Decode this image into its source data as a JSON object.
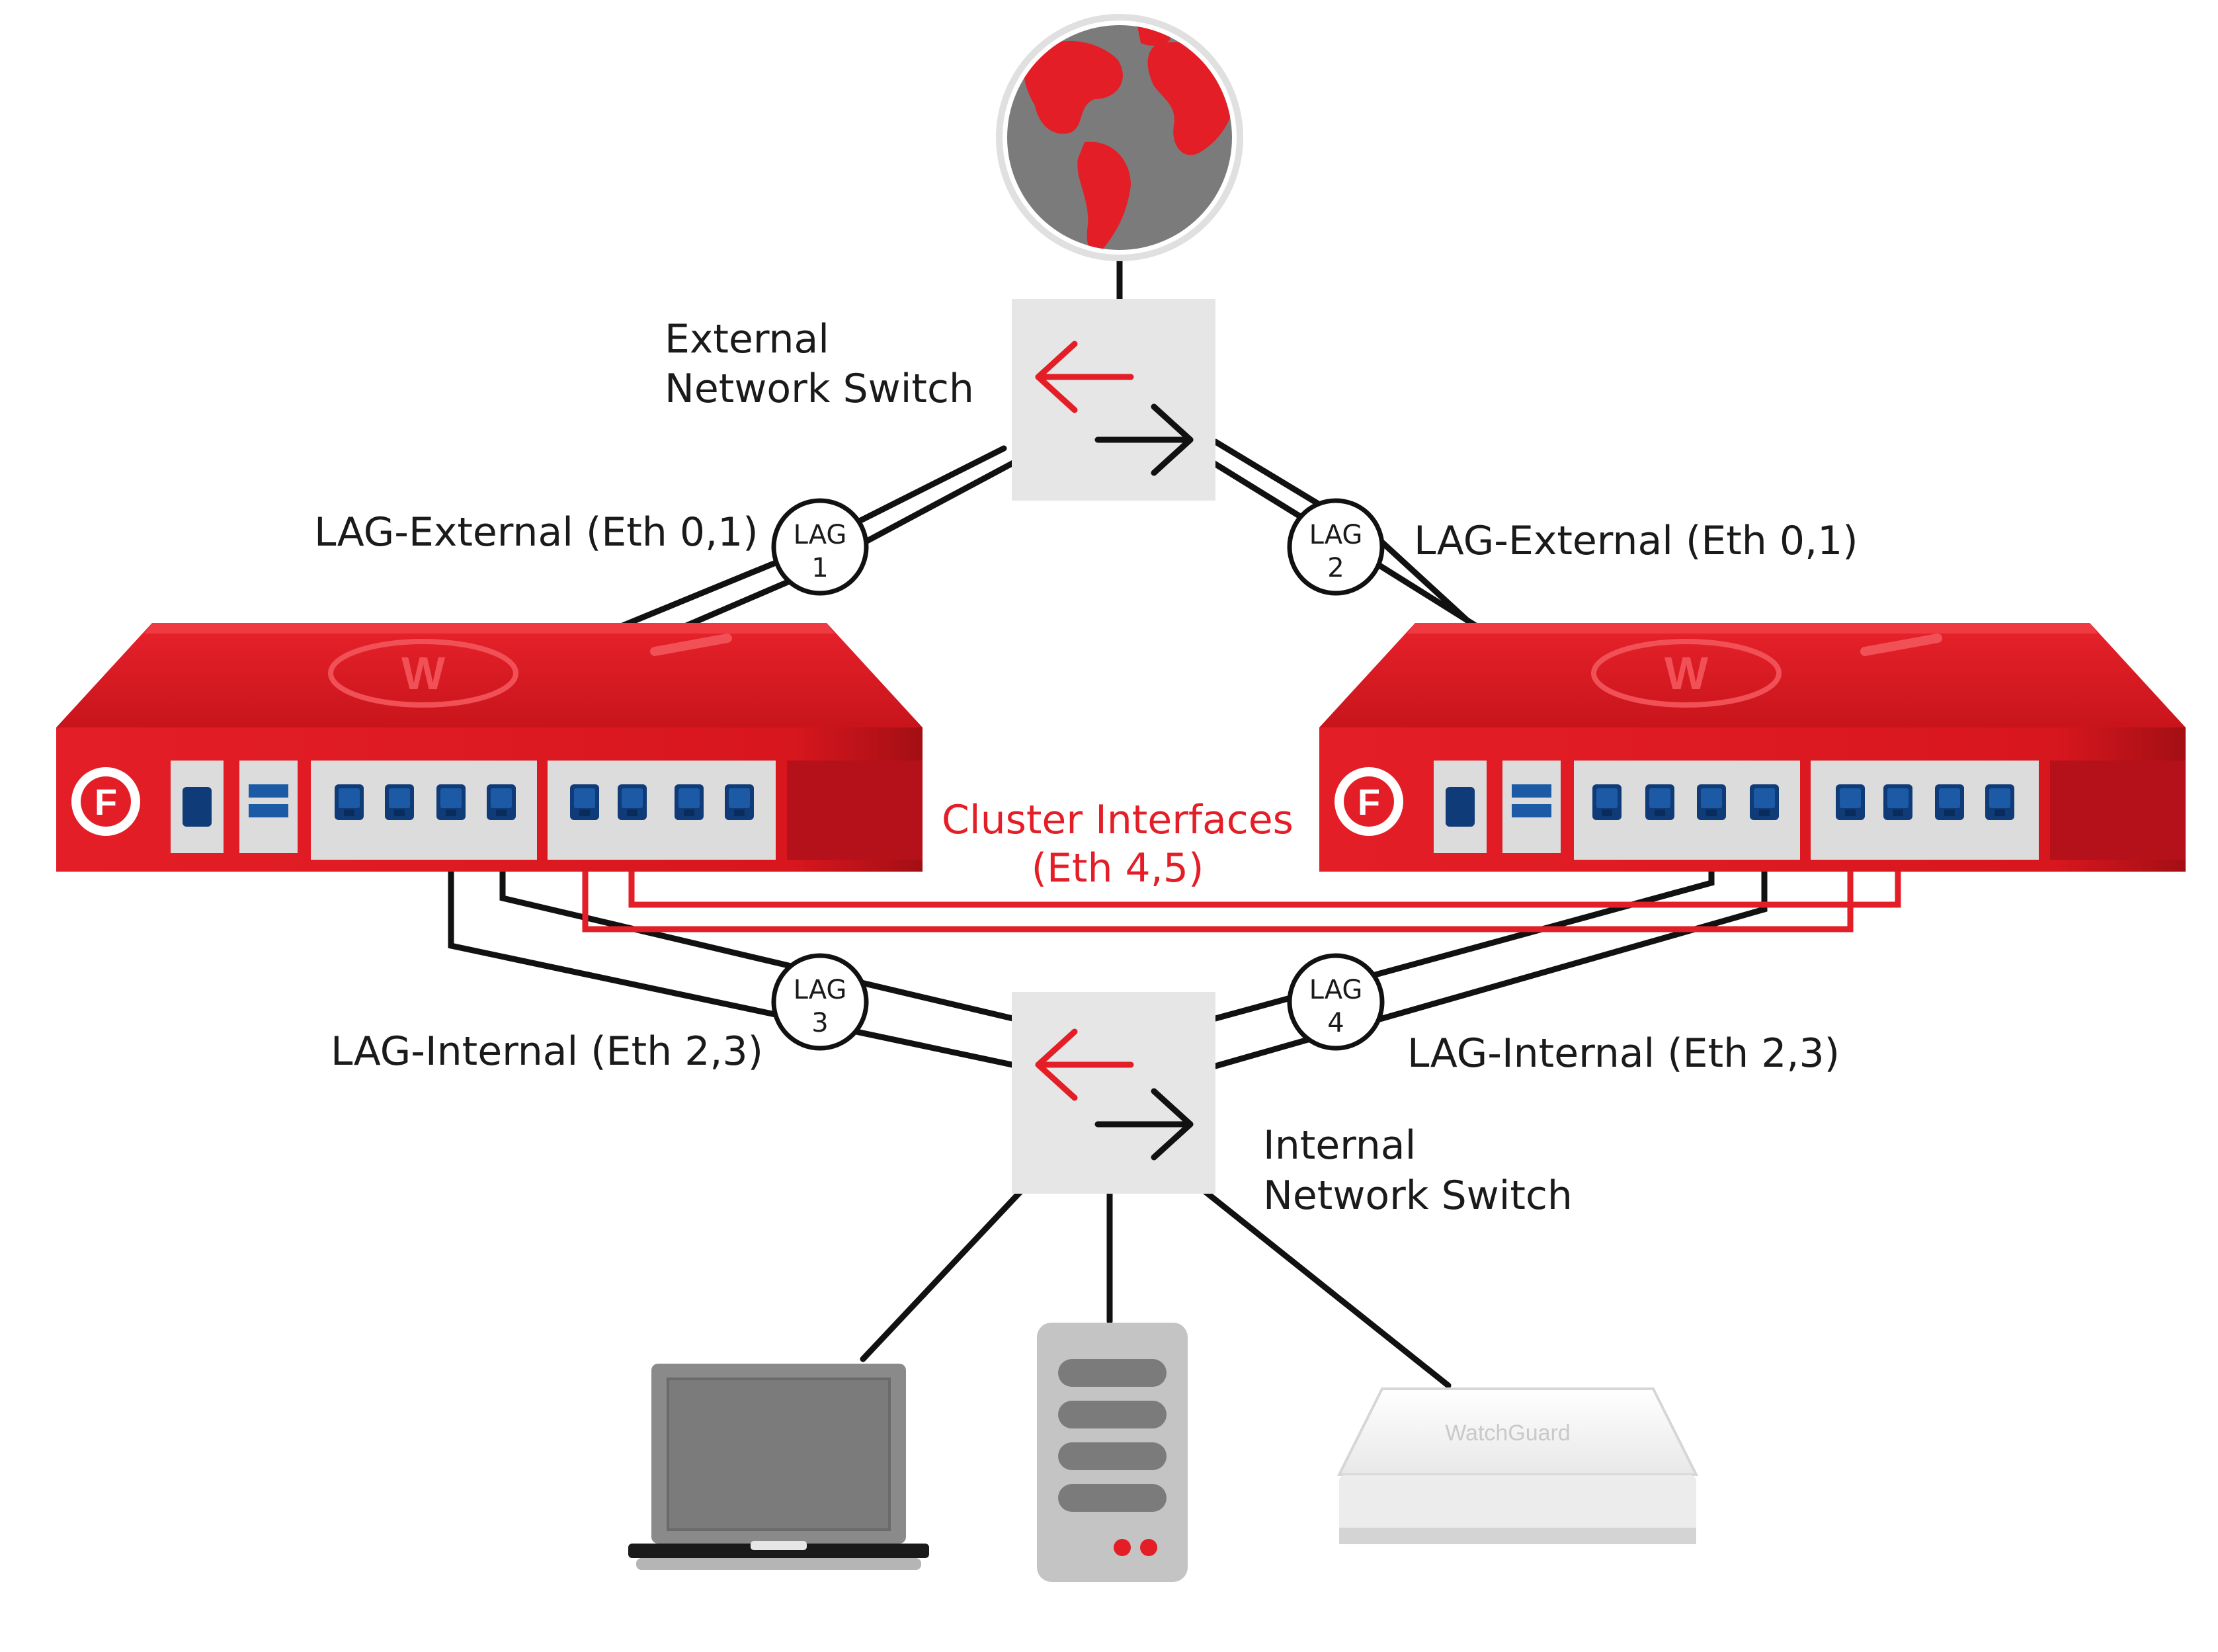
{
  "colors": {
    "brand_red": "#e41e26",
    "dark_red": "#a30f14",
    "port_blue": "#0f3c78",
    "switch_gray": "#e6e6e6",
    "device_gray": "#8a8a8a"
  },
  "external_switch": {
    "line1": "External",
    "line2": "Network Switch"
  },
  "internal_switch": {
    "line1": "Internal",
    "line2": "Network Switch"
  },
  "links": {
    "lag_external_left": "LAG-External (Eth 0,1)",
    "lag_external_right": "LAG-External (Eth 0,1)",
    "lag_internal_left": "LAG-Internal (Eth 2,3)",
    "lag_internal_right": "LAG-Internal (Eth 2,3)"
  },
  "cluster": {
    "line1": "Cluster Interfaces",
    "line2": "(Eth 4,5)"
  },
  "lag_badges": [
    {
      "label": "LAG",
      "num": "1"
    },
    {
      "label": "LAG",
      "num": "2"
    },
    {
      "label": "LAG",
      "num": "3"
    },
    {
      "label": "LAG",
      "num": "4"
    }
  ],
  "access_point_brand": "WatchGuard",
  "icons": [
    "globe-icon",
    "switch-arrows-icon",
    "firebox-logo-icon",
    "laptop-icon",
    "server-icon",
    "access-point-icon"
  ]
}
